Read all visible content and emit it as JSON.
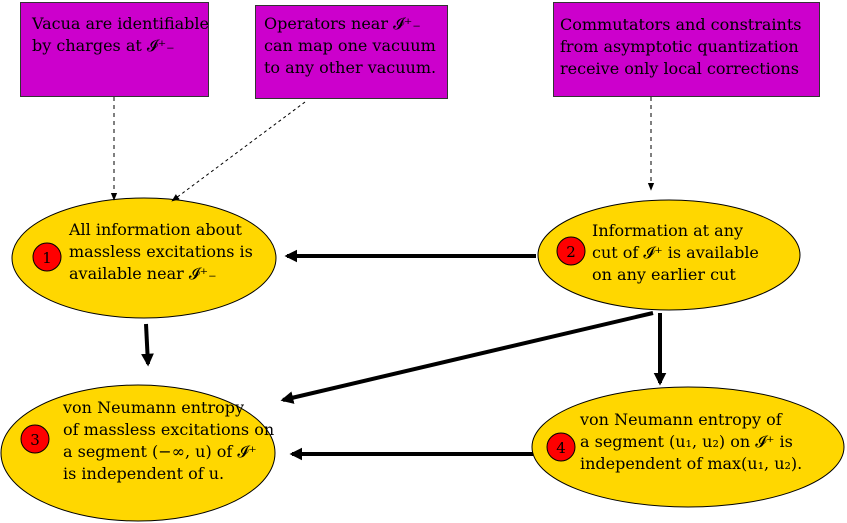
{
  "notes": [
    {
      "id": "note-charges",
      "text": "Vacua are identifiable\nby charges at 𝓘⁺₋"
    },
    {
      "id": "note-operators",
      "text": "Operators near 𝓘⁺₋\ncan map one vacuum\nto any other vacuum."
    },
    {
      "id": "note-commutators",
      "text": "Commutators and constraints\nfrom asymptotic quantization\nreceive only local corrections"
    }
  ],
  "nodes": [
    {
      "id": "node-1",
      "badge": "1",
      "text": "All information about\nmassless excitations is\navailable near 𝓘⁺₋"
    },
    {
      "id": "node-2",
      "badge": "2",
      "text": "Information at any\ncut of 𝓘⁺ is available\non any earlier cut"
    },
    {
      "id": "node-3",
      "badge": "3",
      "text": "von Neumann entropy\nof massless excitations on\na segment (−∞, u) of 𝓘⁺\nis independent of u."
    },
    {
      "id": "node-4",
      "badge": "4",
      "text": "von Neumann entropy of\na segment (u₁, u₂) on 𝓘⁺ is\nindependent of max(u₁, u₂)."
    }
  ],
  "colors": {
    "note_fill": "#cc00cc",
    "node_fill": "#ffd700",
    "badge_fill": "#ff0000",
    "stroke": "#000000"
  }
}
